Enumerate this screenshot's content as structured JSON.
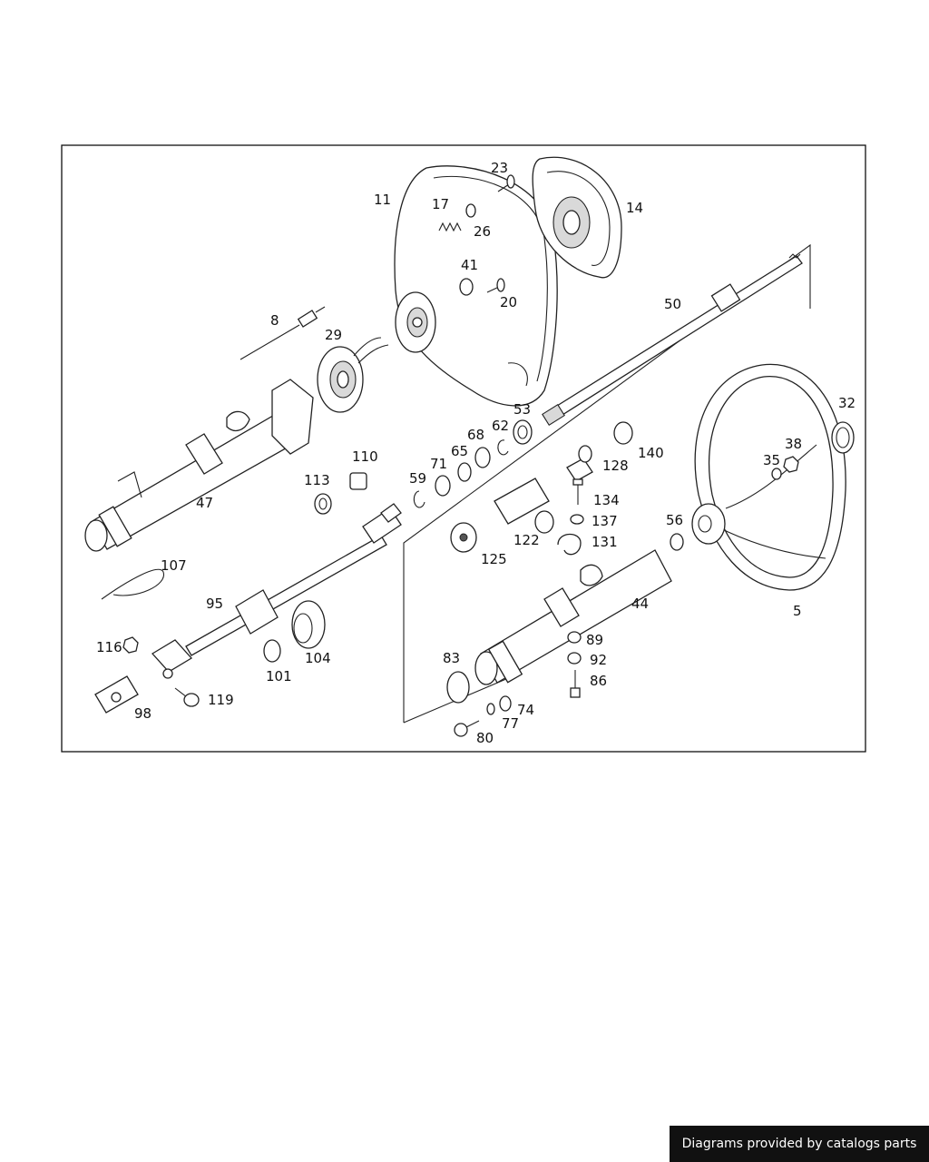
{
  "labels": {
    "l23": "23",
    "l11": "11",
    "l17": "17",
    "l14": "14",
    "l26": "26",
    "l41": "41",
    "l20": "20",
    "l50": "50",
    "l8": "8",
    "l29": "29",
    "l53": "53",
    "l32": "32",
    "l68": "68",
    "l62": "62",
    "l65": "65",
    "l71": "71",
    "l110": "110",
    "l38": "38",
    "l140": "140",
    "l35": "35",
    "l128": "128",
    "l59": "59",
    "l113": "113",
    "l47": "47",
    "l134": "134",
    "l122": "122",
    "l137": "137",
    "l56": "56",
    "l131": "131",
    "l125": "125",
    "l107": "107",
    "l95": "95",
    "l44": "44",
    "l5": "5",
    "l89": "89",
    "l116": "116",
    "l104": "104",
    "l83": "83",
    "l92": "92",
    "l101": "101",
    "l86": "86",
    "l119": "119",
    "l74": "74",
    "l98": "98",
    "l77": "77",
    "l80": "80"
  },
  "footer": {
    "credit": "Diagrams provided by catalogs parts"
  }
}
